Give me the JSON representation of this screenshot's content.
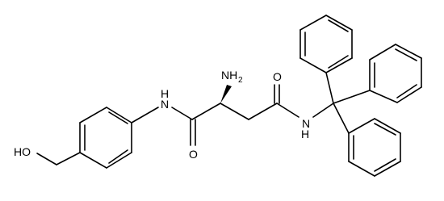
{
  "molecule": {
    "atom_labels": {
      "oh": "HO",
      "nh_left": "N",
      "h_left": "H",
      "o_left": "O",
      "nh2_n": "NH",
      "nh2_sub": "2",
      "o_right": "O",
      "nh_right": "N",
      "h_right": "H"
    },
    "colors": {
      "bond": "#000000",
      "background": "#ffffff"
    }
  }
}
